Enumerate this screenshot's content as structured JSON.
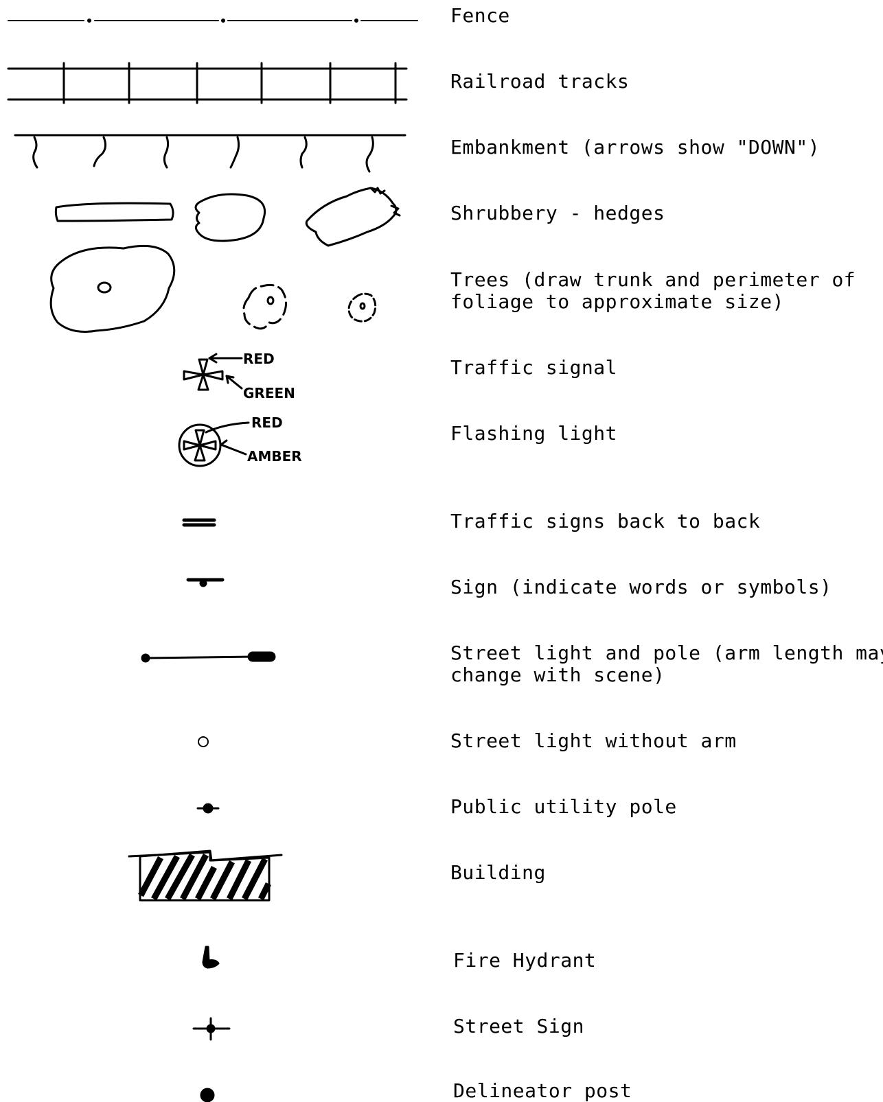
{
  "legend": {
    "items": [
      {
        "key": "fence",
        "lines": [
          "Fence"
        ]
      },
      {
        "key": "railroad",
        "lines": [
          "Railroad tracks"
        ]
      },
      {
        "key": "embankment",
        "lines": [
          "Embankment (arrows show \"DOWN\")"
        ]
      },
      {
        "key": "shrubbery",
        "lines": [
          "Shrubbery - hedges"
        ]
      },
      {
        "key": "trees",
        "lines": [
          "Trees (draw trunk and perimeter of",
          "foliage to approximate size)"
        ]
      },
      {
        "key": "traffic-signal",
        "lines": [
          "Traffic signal"
        ]
      },
      {
        "key": "flashing-light",
        "lines": [
          "Flashing light"
        ]
      },
      {
        "key": "traffic-signs-back-to-back",
        "lines": [
          "Traffic signs back to back"
        ]
      },
      {
        "key": "sign",
        "lines": [
          "Sign (indicate words or symbols)"
        ]
      },
      {
        "key": "street-light-pole",
        "lines": [
          "Street light and pole (arm length may",
          "change with scene)"
        ]
      },
      {
        "key": "street-light-no-arm",
        "lines": [
          "Street light without arm"
        ]
      },
      {
        "key": "utility-pole",
        "lines": [
          "Public utility pole"
        ]
      },
      {
        "key": "building",
        "lines": [
          "Building"
        ]
      },
      {
        "key": "fire-hydrant",
        "lines": [
          "Fire Hydrant"
        ]
      },
      {
        "key": "street-sign",
        "lines": [
          "Street Sign"
        ]
      },
      {
        "key": "delineator-post",
        "lines": [
          "Delineator post"
        ]
      }
    ],
    "traffic_signal_labels": {
      "top": "RED",
      "bottom": "GREEN"
    },
    "flashing_light_labels": {
      "top": "RED",
      "bottom": "AMBER"
    }
  }
}
